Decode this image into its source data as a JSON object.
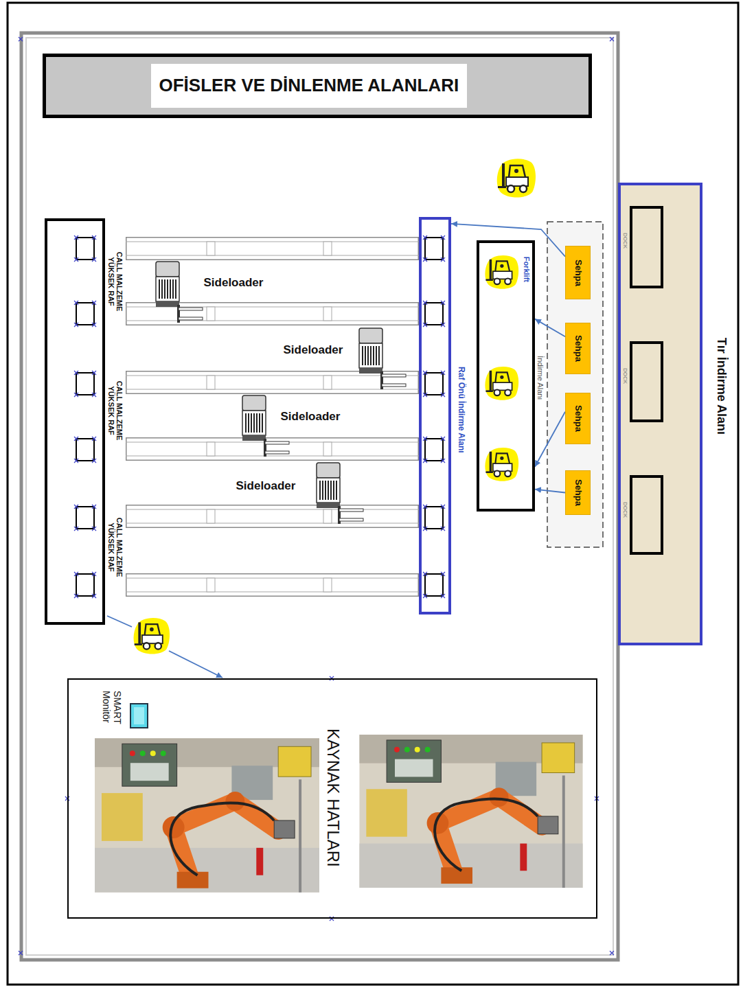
{
  "diagram": {
    "nodes": [
      {
        "text": [
          "OFİSLER VE DİNLENME ALANLARI"
        ]
      },
      {
        "text": [
          "CALL MALZEME YÜKSEK RAF",
          "CALL MALZEME YÜKSEK RAF",
          "CALL MALZEME YÜKSEK RAF"
        ]
      },
      {
        "text": [
          "Raf Önü İndirme Alanı"
        ]
      },
      {
        "text": [
          "Forklift",
          "İndirme Alanı"
        ]
      },
      {
        "text": [
          "Sehpa"
        ]
      },
      {
        "text": [
          "Sehpa"
        ]
      },
      {
        "text": [
          "Sehpa"
        ]
      },
      {
        "text": [
          "Sehpa"
        ]
      },
      {
        "text": [
          "Tır İndirme Alanı"
        ]
      },
      {
        "text": [
          "DOCK"
        ],
        "in": 8
      },
      {
        "text": [
          "DOCK"
        ],
        "in": 8
      },
      {
        "text": [
          "DOCK"
        ],
        "in": 8
      },
      {
        "text": [
          "KAYNAK HATLARI"
        ]
      }
    ],
    "edges": [
      {
        "from": 4,
        "to": 2,
        "arrow": "to"
      },
      {
        "from": 5,
        "to": 3,
        "arrow": "to"
      },
      {
        "from": 6,
        "to": 3,
        "arrow": "to"
      },
      {
        "from": 7,
        "to": 3,
        "arrow": "to"
      }
    ],
    "labels": [
      "Sideloader",
      "Sideloader",
      "Sideloader",
      "Sideloader",
      "SMART Monitör"
    ]
  }
}
